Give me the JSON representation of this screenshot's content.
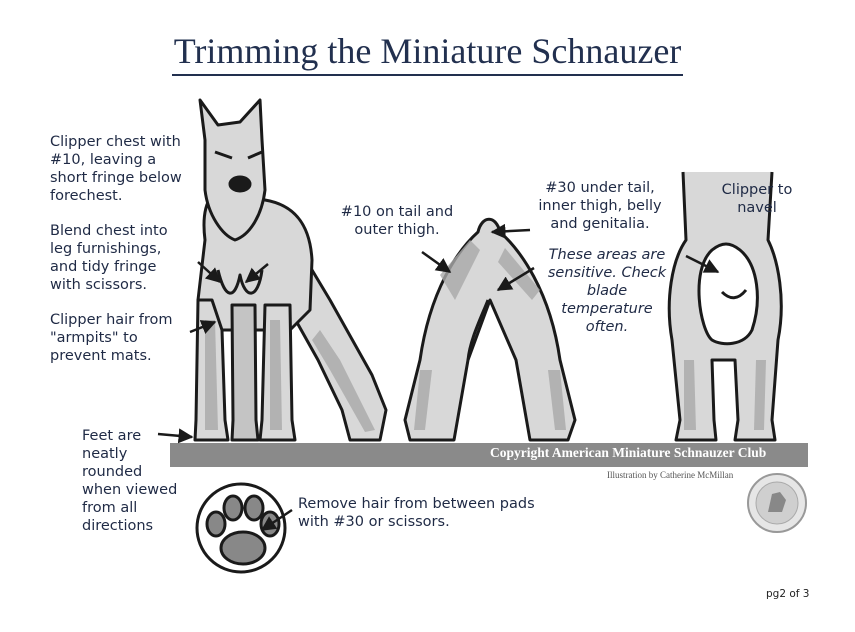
{
  "title": "Trimming the Miniature Schnauzer",
  "notes": {
    "chest": "Clipper chest with\n#10, leaving a\nshort fringe below\nforechest.",
    "blend": "Blend chest into\nleg furnishings,\nand tidy fringe\nwith scissors.",
    "armpits": "Clipper hair from\n\"armpits\" to\nprevent mats.",
    "feet": "Feet are\nneatly\nrounded\nwhen viewed\nfrom all\ndirections",
    "tail": "#10 on tail and\nouter thigh.",
    "under_tail": "#30 under tail,\ninner thigh, belly\nand genitalia.",
    "sensitive": "These areas are\nsensitive. Check\nblade\ntemperature\noften.",
    "navel": "Clipper to\nnavel",
    "pads": "Remove hair from between pads\nwith #30 or scissors."
  },
  "copyright": "Copyright American Miniature Schnauzer Club",
  "illustration_credit": "Illustration by Catherine McMillan",
  "page_number": "pg2 of 3",
  "colors": {
    "title": "#22304f",
    "text": "#1f2a45",
    "ground_bar": "#8a8a8a",
    "coat_light": "#d8d8d8",
    "coat_mid": "#a9a9a9",
    "outline": "#1a1a1a"
  },
  "icons": [
    "paw-pad-icon",
    "club-seal-icon"
  ]
}
